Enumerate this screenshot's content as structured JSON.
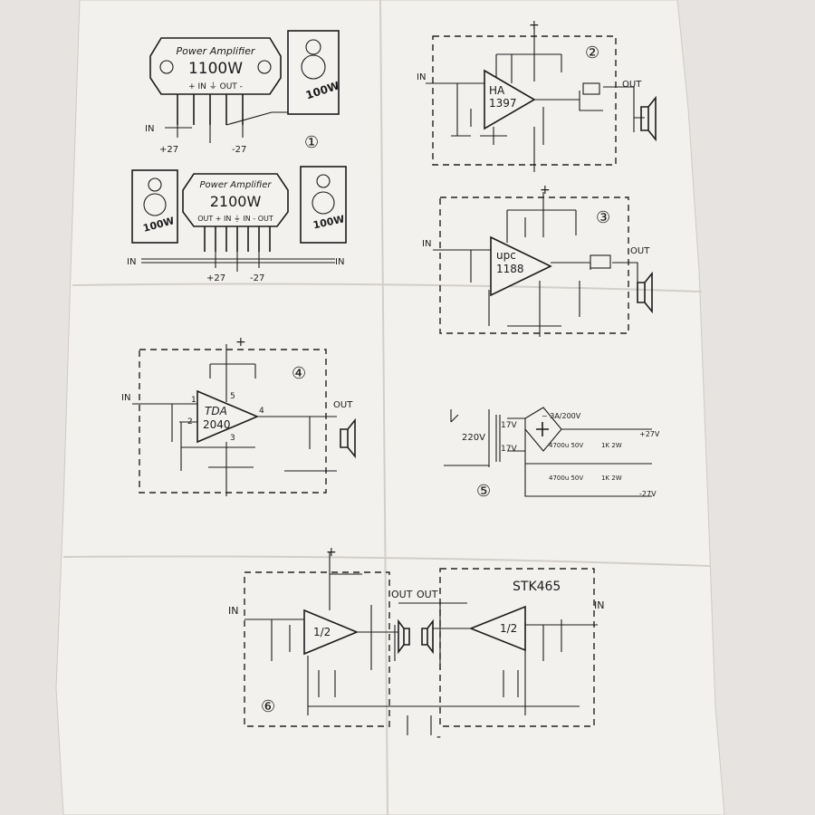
{
  "module1": {
    "title": "Power Amplifier",
    "power": "1100W",
    "pins": "+  IN  ⏚  OUT  -",
    "in_label": "IN",
    "vpos": "+27",
    "vneg": "-27",
    "speaker": "100W",
    "number": "①"
  },
  "module2": {
    "title": "Power Amplifier",
    "power": "2100W",
    "pins": "OUT + IN ⏚ IN - OUT",
    "in_left": "IN",
    "in_right": "IN",
    "vpos": "+27",
    "vneg": "-27",
    "speaker_left": "100W",
    "speaker_right": "100W"
  },
  "circuit2": {
    "number": "②",
    "chip_a": "HA",
    "chip_b": "1397",
    "in": "IN",
    "out": "OUT",
    "plus": "+"
  },
  "circuit3": {
    "number": "③",
    "chip_a": "upc",
    "chip_b": "1188",
    "in": "IN",
    "out": "OUT",
    "plus": "+"
  },
  "circuit4": {
    "number": "④",
    "chip_a": "TDA",
    "chip_b": "2040",
    "in": "IN",
    "out": "OUT",
    "plus": "+",
    "pin1": "1",
    "pin2": "2",
    "pin3": "3",
    "pin4": "4",
    "pin5": "5"
  },
  "circuit5": {
    "number": "⑤",
    "mains": "220V",
    "sec_top": "17V",
    "sec_bot": "17V",
    "bridge": "~ 3A/200V",
    "cap_top": "4700u 50V",
    "cap_bot": "4700u 50V",
    "res_top": "1K 2W",
    "res_bot": "1K 2W",
    "vpos": "+27V",
    "vneg": "-27V"
  },
  "circuit6": {
    "number": "⑥",
    "chip": "STK465",
    "half_left": "1/2",
    "half_right": "1/2",
    "in_left": "IN",
    "in_right": "IN",
    "out_left": "OUT",
    "out_right": "OUT",
    "plus": "+",
    "minus": "-"
  }
}
